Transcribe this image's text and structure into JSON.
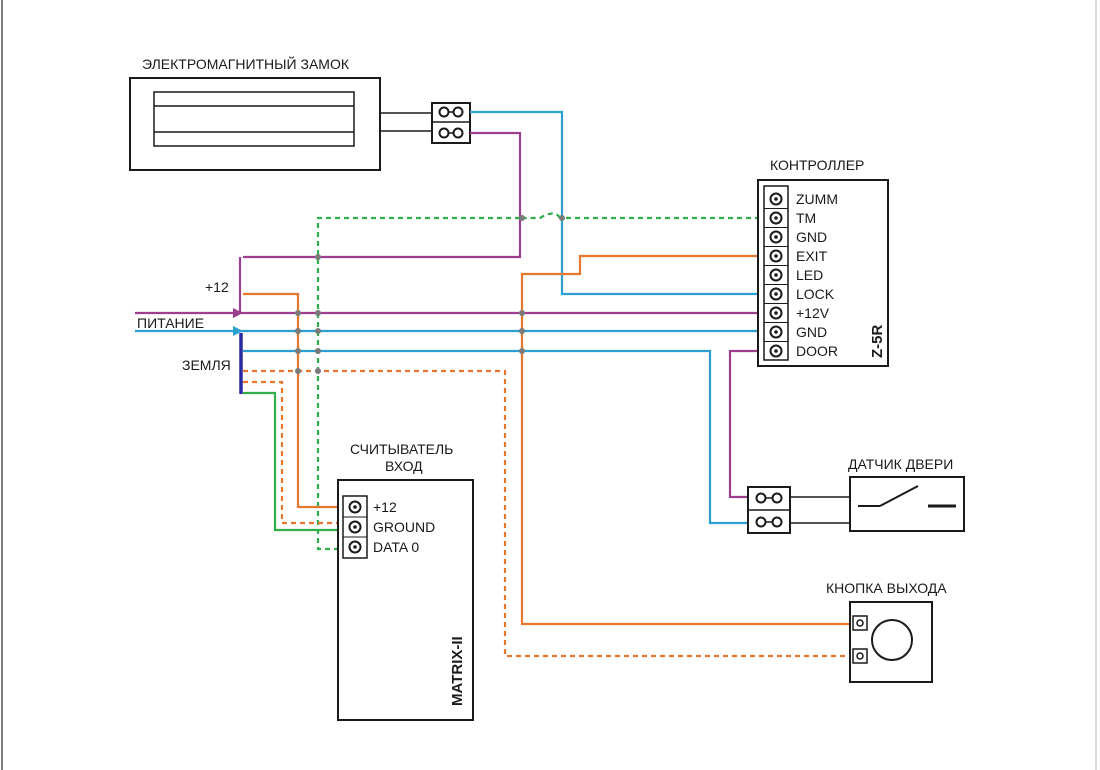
{
  "labels": {
    "lock": "ЭЛЕКТРОМАГНИТНЫЙ ЗАМОК",
    "controller": "КОНТРОЛЛЕР",
    "plus12": "+12",
    "power": "ПИТАНИЕ",
    "ground": "ЗЕМЛЯ",
    "reader_line1": "СЧИТЫВАТЕЛЬ",
    "reader_line2": "ВХОД",
    "door_sensor": "ДАТЧИК ДВЕРИ",
    "exit_button": "КНОПКА ВЫХОДА"
  },
  "controller": {
    "model": "Z-5R",
    "pins": [
      "ZUMM",
      "TM",
      "GND",
      "EXIT",
      "LED",
      "LOCK",
      "+12V",
      "GND",
      "DOOR"
    ]
  },
  "reader": {
    "model": "MATRIX-II",
    "pins": [
      "+12",
      "GROUND",
      "DATA 0"
    ]
  },
  "colors": {
    "purple": "#9b3f8e",
    "blue": "#2a9fd0",
    "orange": "#e8772e",
    "green": "#2fae4a",
    "dark_blue": "#2a2aa0",
    "line": "#1a1a1a"
  }
}
